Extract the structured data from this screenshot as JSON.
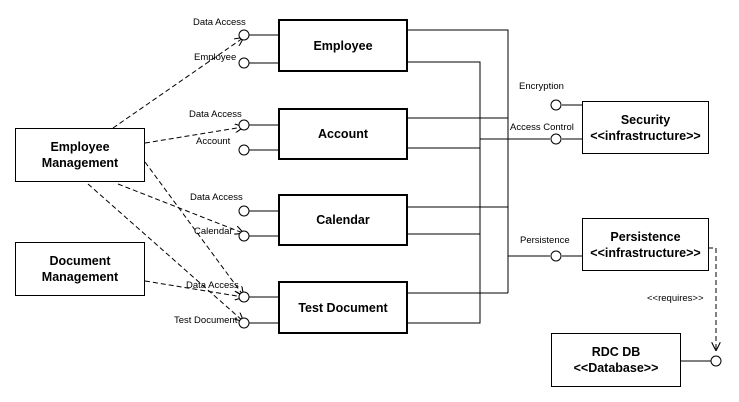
{
  "components": {
    "employee": "Employee",
    "account": "Account",
    "calendar": "Calendar",
    "test_document": "Test Document",
    "employee_management": [
      "Employee",
      "Management"
    ],
    "document_management": [
      "Document",
      "Management"
    ],
    "security": [
      "Security",
      "<<infrastructure>>"
    ],
    "persistence": [
      "Persistence",
      "<<infrastructure>>"
    ],
    "rdc_db": [
      "RDC DB",
      "<<Database>>"
    ]
  },
  "interfaces": {
    "employee_data_access": "Data Access",
    "employee_employee": "Employee",
    "account_data_access": "Data Access",
    "account_account": "Account",
    "calendar_data_access": "Data Access",
    "calendar_calendar": "Calendar",
    "testdoc_data_access": "Data Access",
    "testdoc_test_document": "Test Document",
    "encryption": "Encryption",
    "access_control": "Access Control",
    "persistence": "Persistence"
  },
  "relations": {
    "requires": "<<requires>>"
  }
}
